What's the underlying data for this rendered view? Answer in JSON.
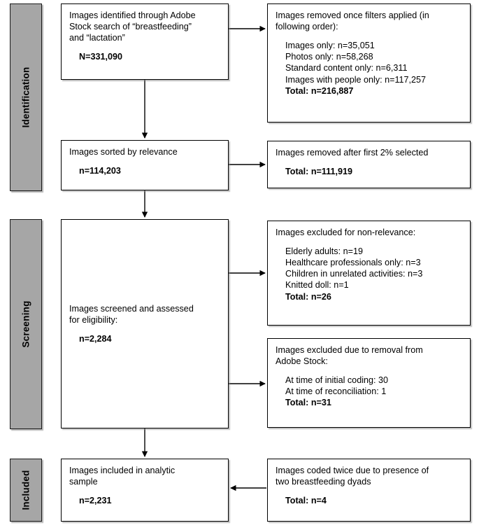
{
  "diagram": {
    "title": "PRISMA-style image selection flow diagram",
    "stages": [
      {
        "id": "identification",
        "label": "Identification"
      },
      {
        "id": "screening",
        "label": "Screening"
      },
      {
        "id": "included",
        "label": "Included"
      }
    ],
    "nodes": {
      "identified": {
        "name": "images-identified-box",
        "lines": [
          {
            "text": "Images identified through Adobe",
            "style": "plain"
          },
          {
            "text": "Stock search of “breastfeeding”",
            "style": "plain"
          },
          {
            "text": "and “lactation”",
            "style": "plain"
          },
          {
            "text": "",
            "style": "gap"
          },
          {
            "text": "N=331,090",
            "style": "strong-indent"
          }
        ]
      },
      "filters_removed": {
        "name": "images-removed-filters-box",
        "lines": [
          {
            "text": "Images removed once filters applied (in",
            "style": "plain"
          },
          {
            "text": "following order):",
            "style": "plain"
          },
          {
            "text": "",
            "style": "gap"
          },
          {
            "text": "Images only: n=35,051",
            "style": "indent"
          },
          {
            "text": "Photos only: n=58,268",
            "style": "indent"
          },
          {
            "text": "Standard content only: n=6,311",
            "style": "indent"
          },
          {
            "text": "Images with people only: n=117,257",
            "style": "indent"
          },
          {
            "text": "Total: n=216,887",
            "style": "strong-indent"
          }
        ]
      },
      "sorted": {
        "name": "images-sorted-box",
        "lines": [
          {
            "text": "Images sorted by relevance",
            "style": "plain"
          },
          {
            "text": "",
            "style": "gap"
          },
          {
            "text": "n=114,203",
            "style": "strong-indent"
          }
        ]
      },
      "removed_two_percent": {
        "name": "images-removed-2-percent-box",
        "lines": [
          {
            "text": "Images removed after first 2% selected",
            "style": "plain"
          },
          {
            "text": "",
            "style": "gap"
          },
          {
            "text": "Total: n=111,919",
            "style": "strong-indent"
          }
        ]
      },
      "screened": {
        "name": "images-screened-box",
        "lines": [
          {
            "text": "Images screened and assessed",
            "style": "plain"
          },
          {
            "text": "for eligibility:",
            "style": "plain"
          },
          {
            "text": "",
            "style": "gap"
          },
          {
            "text": "n=2,284",
            "style": "strong-indent"
          }
        ]
      },
      "excluded_relevance": {
        "name": "images-excluded-non-relevance-box",
        "lines": [
          {
            "text": "Images excluded for non-relevance:",
            "style": "plain"
          },
          {
            "text": "",
            "style": "gap"
          },
          {
            "text": "Elderly adults: n=19",
            "style": "indent"
          },
          {
            "text": "Healthcare professionals only: n=3",
            "style": "indent"
          },
          {
            "text": "Children in unrelated activities: n=3",
            "style": "indent"
          },
          {
            "text": "Knitted doll: n=1",
            "style": "indent"
          },
          {
            "text": "Total: n=26",
            "style": "strong-indent"
          }
        ]
      },
      "excluded_removal": {
        "name": "images-excluded-removal-box",
        "lines": [
          {
            "text": "Images excluded due to removal from",
            "style": "plain"
          },
          {
            "text": "Adobe Stock:",
            "style": "plain"
          },
          {
            "text": "",
            "style": "gap"
          },
          {
            "text": "At time of initial coding: 30",
            "style": "indent"
          },
          {
            "text": "At time of reconciliation: 1",
            "style": "indent"
          },
          {
            "text": "Total: n=31",
            "style": "strong-indent"
          }
        ]
      },
      "included_sample": {
        "name": "images-included-box",
        "lines": [
          {
            "text": "Images included in analytic",
            "style": "plain"
          },
          {
            "text": "sample",
            "style": "plain"
          },
          {
            "text": "",
            "style": "gap"
          },
          {
            "text": "n=2,231",
            "style": "strong-indent"
          }
        ]
      },
      "coded_twice": {
        "name": "images-coded-twice-box",
        "lines": [
          {
            "text": "Images coded twice due to presence of",
            "style": "plain"
          },
          {
            "text": "two breastfeeding dyads",
            "style": "plain"
          },
          {
            "text": "",
            "style": "gap"
          },
          {
            "text": "Total: n=4",
            "style": "strong-indent"
          }
        ]
      }
    },
    "colors": {
      "stage_bar_fill": "#a6a6a6",
      "box_fill": "#ffffff",
      "stroke": "#000000",
      "text": "#000000"
    }
  }
}
